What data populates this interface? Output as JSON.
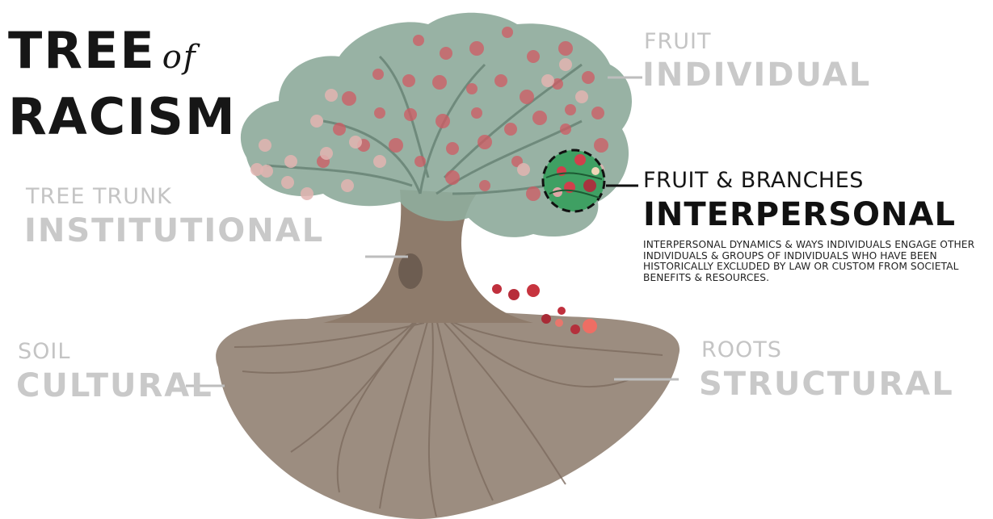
{
  "title": {
    "line1": "TREE",
    "connector": "of",
    "line2": "RACISM"
  },
  "labels": {
    "fruit": {
      "small": "FRUIT",
      "big": "INDIVIDUAL"
    },
    "branches": {
      "small": "FRUIT & BRANCHES",
      "big": "INTERPERSONAL",
      "description": "INTERPERSONAL DYNAMICS & WAYS INDIVIDUALS ENGAGE OTHER INDIVIDUALS & GROUPS OF INDIVIDUALS WHO HAVE BEEN HISTORICALLY EXCLUDED BY LAW OR CUSTOM FROM SOCIETAL BENEFITS & RESOURCES."
    },
    "trunk": {
      "small": "TREE TRUNK",
      "big": "INSTITUTIONAL"
    },
    "soil": {
      "small": "SOIL",
      "big": "CULTURAL"
    },
    "roots": {
      "small": "ROOTS",
      "big": "STRUCTURAL"
    }
  },
  "colors": {
    "canopy": "#8fab9c",
    "trunk": "#8d7a6a",
    "soil": "#9a8c7f",
    "fruit": "#d05a63",
    "blossom": "#e2b4b2",
    "highlight": "#3fa063",
    "label_gray": "#c6c6c6",
    "label_dark": "#151515"
  }
}
